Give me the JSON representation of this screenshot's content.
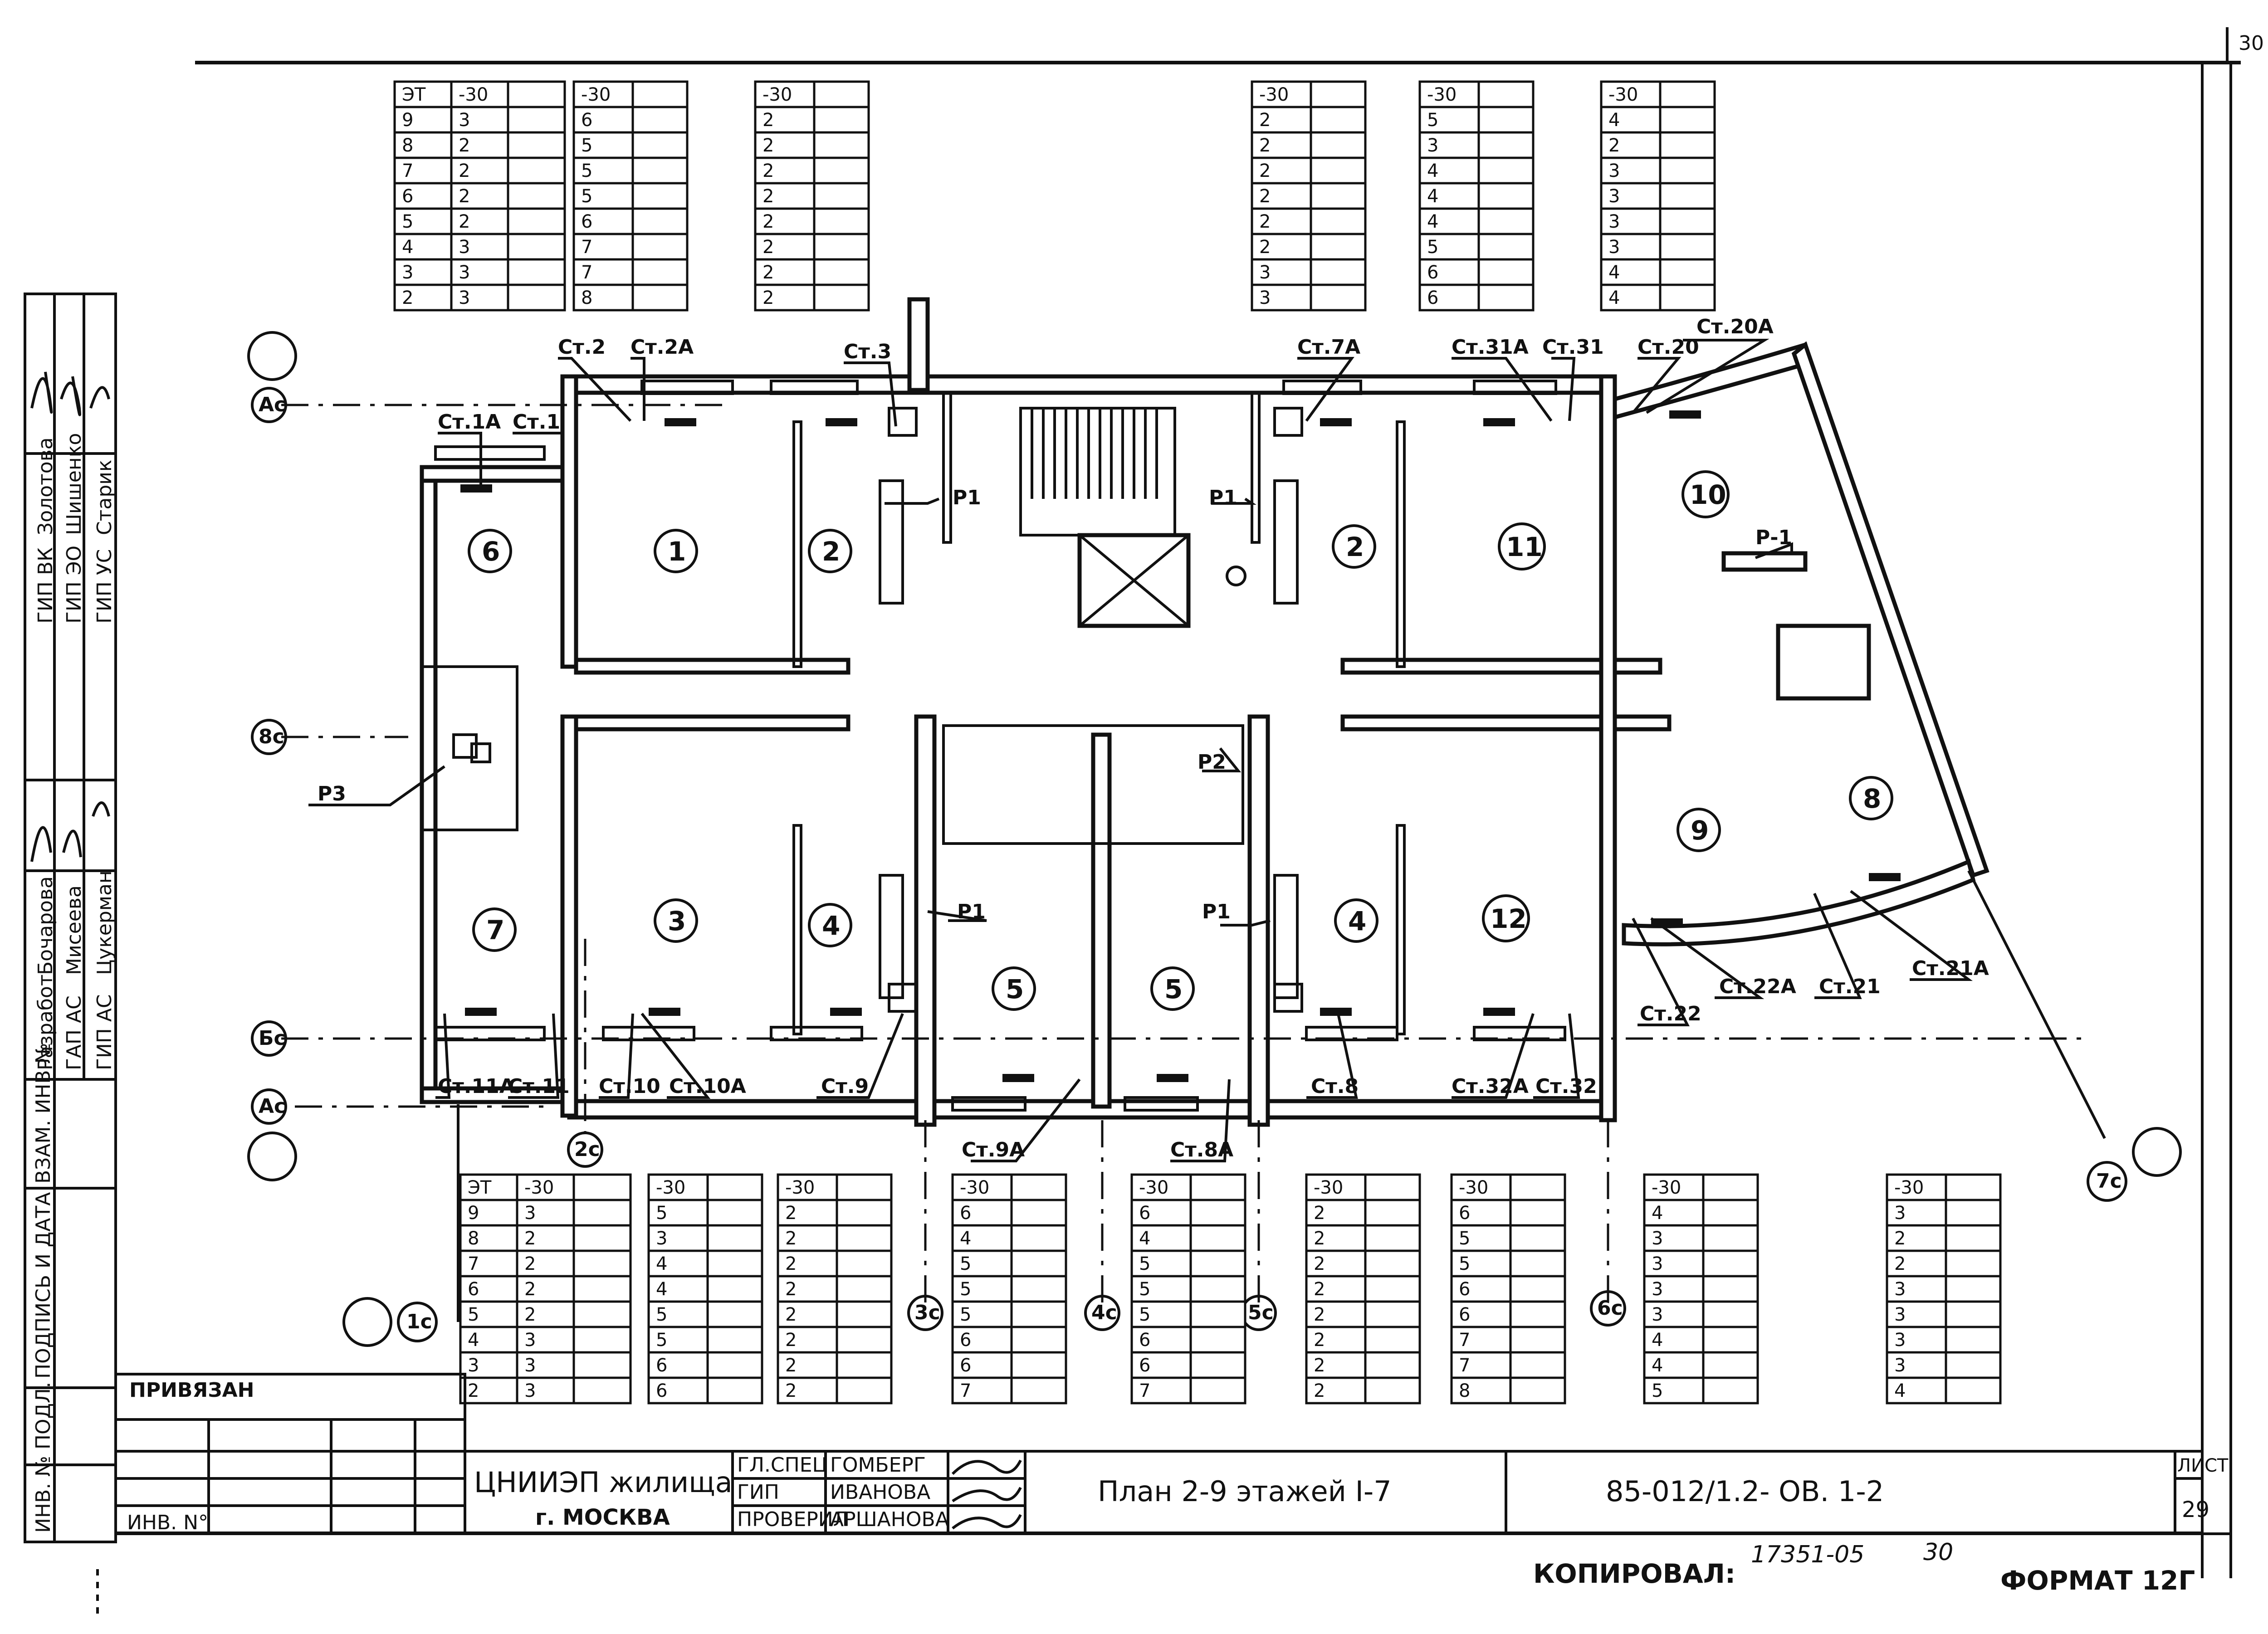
{
  "sheet": {
    "page_number": "30",
    "copy_label": "КОПИРОВАЛ:",
    "format_label": "ФОРМАТ 12Г",
    "stamp_number": "17351-05",
    "stamp_page": "30"
  },
  "sidebar": {
    "rows": [
      {
        "role": "ГИП ВК",
        "name": "Золотова"
      },
      {
        "role": "ГИП ЭО",
        "name": "Шишенко"
      },
      {
        "role": "ГИП УС",
        "name": "Старик"
      },
      {
        "role": "Разработ",
        "name": "Бочарова"
      },
      {
        "role": "ГАП АС",
        "name": "Мисеева"
      },
      {
        "role": "ГИП АС",
        "name": "Цукерман"
      }
    ],
    "vertical_labels": [
      "ИНВ. № ПОДЛ.",
      "ПОДПИСЬ И ДАТА",
      "ВЗАМ. ИНВ №"
    ]
  },
  "title_block": {
    "attached_label": "ПРИВЯЗАН",
    "inv_label": "ИНВ. N°",
    "org_name": "ЦНИИЭП жилища",
    "org_city": "г. МОСКВА",
    "roles": [
      "ГЛ.СПЕЦ",
      "ГИП",
      "ПРОВЕРИЛ"
    ],
    "names": [
      "ГОМБЕРГ",
      "ИВАНОВА",
      "АРШАНОВА"
    ],
    "drawing_title": "План 2-9 этажей  I-7",
    "code": "85-012/1.2- ОВ. 1-2",
    "sheet_label": "ЛИСТ",
    "sheet_number": "29"
  },
  "axes": [
    "Ас",
    "Ас",
    "Бс",
    "8с",
    "1с",
    "2с",
    "3с",
    "4с",
    "5с",
    "6с",
    "7с"
  ],
  "rooms": [
    "1",
    "2",
    "2",
    "3",
    "4",
    "4",
    "5",
    "5",
    "6",
    "7",
    "8",
    "9",
    "10",
    "11",
    "12"
  ],
  "risers": [
    "Ст.1А",
    "Ст.1",
    "Ст.2",
    "Ст.2А",
    "Ст.3",
    "Ст.7А",
    "Ст.31А",
    "Ст.31",
    "Ст.20",
    "Ст.20А",
    "Ст.11А",
    "Ст.11",
    "Ст.10",
    "Ст.10А",
    "Ст.9",
    "Ст.9А",
    "Ст.8А",
    "Ст.8",
    "Ст.32А",
    "Ст.32",
    "Ст.22",
    "Ст.22А",
    "Ст.21",
    "Ст.21А"
  ],
  "leaders": [
    "Р1",
    "Р1",
    "Р1",
    "Р1",
    "Р2",
    "Р3",
    "Р-1"
  ],
  "top_tables": [
    {
      "header": [
        "ЭТ",
        "-30"
      ],
      "rows": [
        [
          "9",
          "3"
        ],
        [
          "8",
          "2"
        ],
        [
          "7",
          "2"
        ],
        [
          "6",
          "2"
        ],
        [
          "5",
          "2"
        ],
        [
          "4",
          "3"
        ],
        [
          "3",
          "3"
        ],
        [
          "2",
          "3"
        ]
      ]
    },
    {
      "header": [
        "-30"
      ],
      "rows": [
        [
          "6"
        ],
        [
          "5"
        ],
        [
          "5"
        ],
        [
          "5"
        ],
        [
          "6"
        ],
        [
          "7"
        ],
        [
          "7"
        ],
        [
          "8"
        ]
      ]
    },
    {
      "header": [
        "-30"
      ],
      "rows": [
        [
          "2"
        ],
        [
          "2"
        ],
        [
          "2"
        ],
        [
          "2"
        ],
        [
          "2"
        ],
        [
          "2"
        ],
        [
          "2"
        ],
        [
          "2"
        ]
      ]
    },
    {
      "header": [
        "-30"
      ],
      "rows": [
        [
          "2"
        ],
        [
          "2"
        ],
        [
          "2"
        ],
        [
          "2"
        ],
        [
          "2"
        ],
        [
          "2"
        ],
        [
          "3"
        ],
        [
          "3"
        ]
      ]
    },
    {
      "header": [
        "-30"
      ],
      "rows": [
        [
          "5"
        ],
        [
          "3"
        ],
        [
          "4"
        ],
        [
          "4"
        ],
        [
          "4"
        ],
        [
          "5"
        ],
        [
          "6"
        ],
        [
          "6"
        ]
      ]
    },
    {
      "header": [
        "-30"
      ],
      "rows": [
        [
          "4"
        ],
        [
          "2"
        ],
        [
          "3"
        ],
        [
          "3"
        ],
        [
          "3"
        ],
        [
          "3"
        ],
        [
          "4"
        ],
        [
          "4"
        ]
      ]
    }
  ],
  "bottom_tables": [
    {
      "header": [
        "ЭТ",
        "-30"
      ],
      "rows": [
        [
          "9",
          "3"
        ],
        [
          "8",
          "2"
        ],
        [
          "7",
          "2"
        ],
        [
          "6",
          "2"
        ],
        [
          "5",
          "2"
        ],
        [
          "4",
          "3"
        ],
        [
          "3",
          "3"
        ],
        [
          "2",
          "3"
        ]
      ]
    },
    {
      "header": [
        "-30"
      ],
      "rows": [
        [
          "5"
        ],
        [
          "3"
        ],
        [
          "4"
        ],
        [
          "4"
        ],
        [
          "5"
        ],
        [
          "5"
        ],
        [
          "6"
        ],
        [
          "6"
        ]
      ]
    },
    {
      "header": [
        "-30"
      ],
      "rows": [
        [
          "2"
        ],
        [
          "2"
        ],
        [
          "2"
        ],
        [
          "2"
        ],
        [
          "2"
        ],
        [
          "2"
        ],
        [
          "2"
        ],
        [
          "2"
        ]
      ]
    },
    {
      "header": [
        "-30"
      ],
      "rows": [
        [
          "6"
        ],
        [
          "4"
        ],
        [
          "5"
        ],
        [
          "5"
        ],
        [
          "5"
        ],
        [
          "6"
        ],
        [
          "6"
        ],
        [
          "7"
        ]
      ]
    },
    {
      "header": [
        "-30"
      ],
      "rows": [
        [
          "6"
        ],
        [
          "4"
        ],
        [
          "5"
        ],
        [
          "5"
        ],
        [
          "5"
        ],
        [
          "6"
        ],
        [
          "6"
        ],
        [
          "7"
        ]
      ]
    },
    {
      "header": [
        "-30"
      ],
      "rows": [
        [
          "2"
        ],
        [
          "2"
        ],
        [
          "2"
        ],
        [
          "2"
        ],
        [
          "2"
        ],
        [
          "2"
        ],
        [
          "2"
        ],
        [
          "2"
        ]
      ]
    },
    {
      "header": [
        "-30"
      ],
      "rows": [
        [
          "6"
        ],
        [
          "5"
        ],
        [
          "5"
        ],
        [
          "6"
        ],
        [
          "6"
        ],
        [
          "7"
        ],
        [
          "7"
        ],
        [
          "8"
        ]
      ]
    },
    {
      "header": [
        "-30"
      ],
      "rows": [
        [
          "4"
        ],
        [
          "3"
        ],
        [
          "3"
        ],
        [
          "3"
        ],
        [
          "3"
        ],
        [
          "4"
        ],
        [
          "4"
        ],
        [
          "5"
        ]
      ]
    },
    {
      "header": [
        "-30"
      ],
      "rows": [
        [
          "3"
        ],
        [
          "2"
        ],
        [
          "2"
        ],
        [
          "3"
        ],
        [
          "3"
        ],
        [
          "3"
        ],
        [
          "3"
        ],
        [
          "4"
        ]
      ]
    }
  ]
}
